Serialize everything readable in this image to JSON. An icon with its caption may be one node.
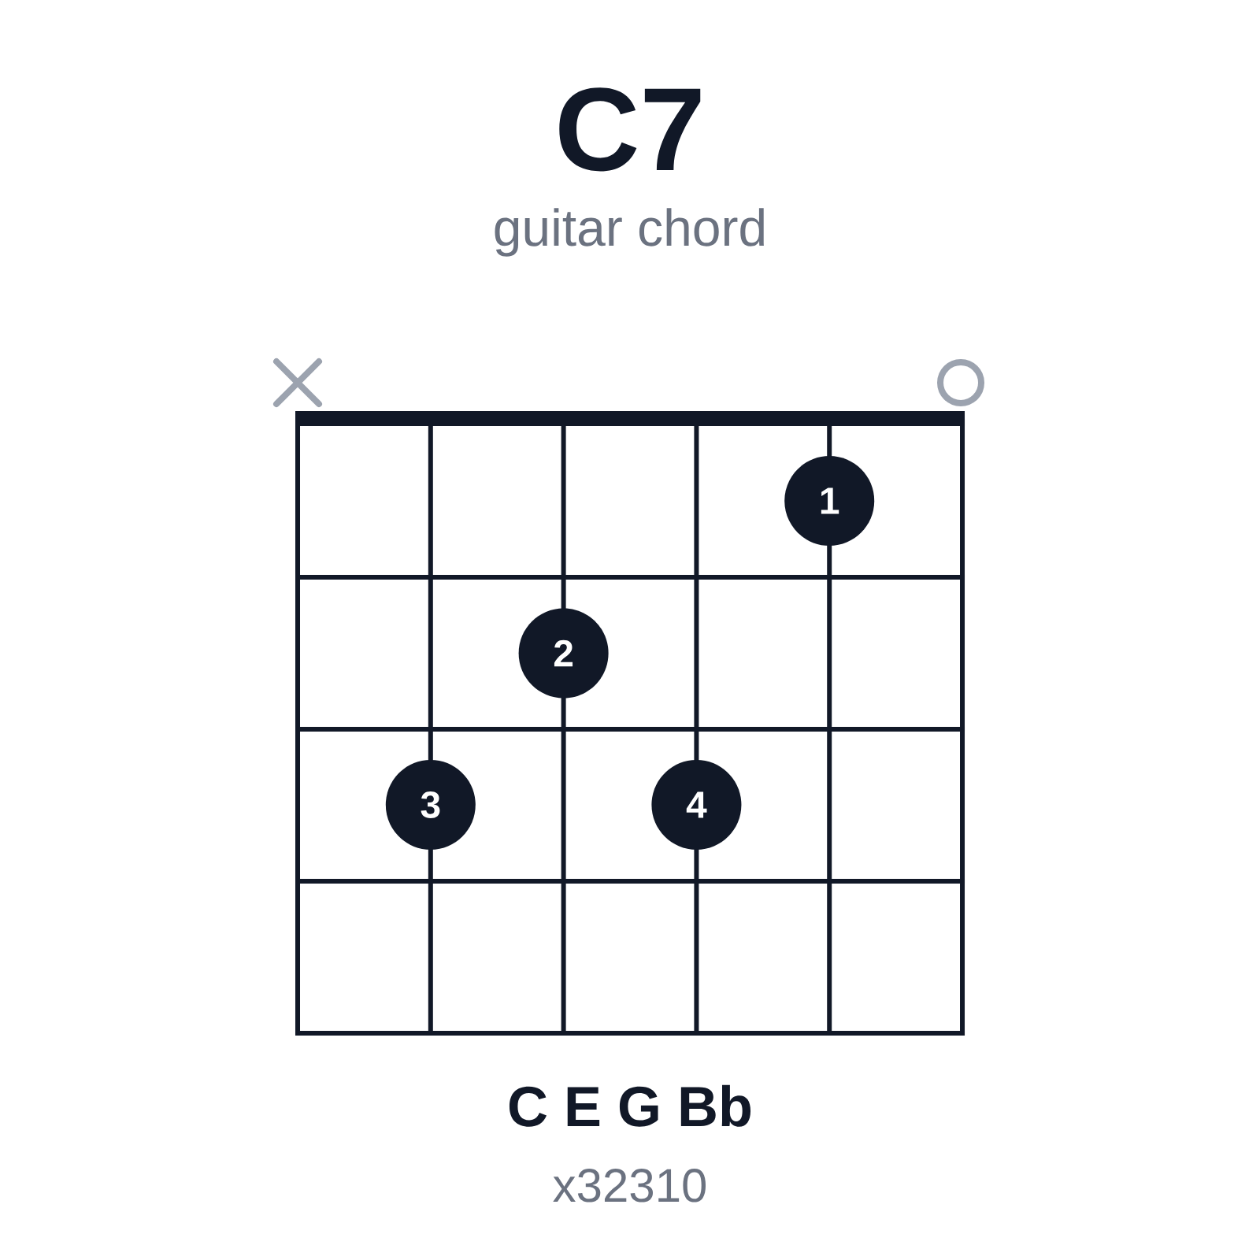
{
  "diagram": {
    "title": "C7",
    "nodes": [
      {
        "text": [
          "1"
        ]
      },
      {
        "text": [
          "2"
        ]
      },
      {
        "text": [
          "3"
        ]
      },
      {
        "text": [
          "4"
        ]
      }
    ],
    "labels": [
      "guitar chord",
      "C E G Bb",
      "x32310"
    ]
  }
}
